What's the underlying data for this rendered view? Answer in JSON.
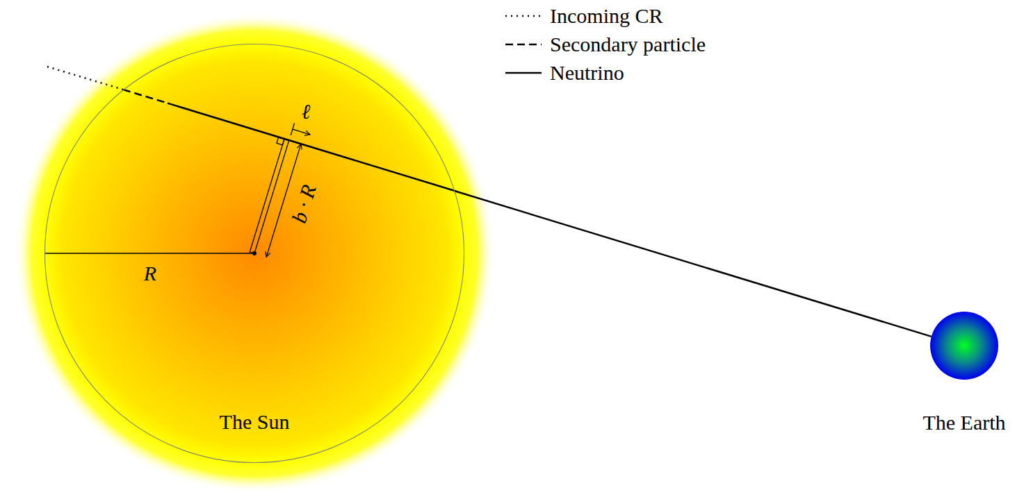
{
  "diagram": {
    "nodes": [
      {
        "text": [
          "The Sun"
        ]
      },
      {
        "text": [
          "The Earth"
        ]
      }
    ],
    "edges": [
      {
        "from": 0,
        "to": 1,
        "arrow": "none"
      }
    ],
    "labels": [
      "ℓ",
      "b · R",
      "R"
    ],
    "legend": [
      {
        "text": "Incoming CR"
      },
      {
        "text": "Secondary particle"
      },
      {
        "text": "Neutrino"
      }
    ]
  }
}
